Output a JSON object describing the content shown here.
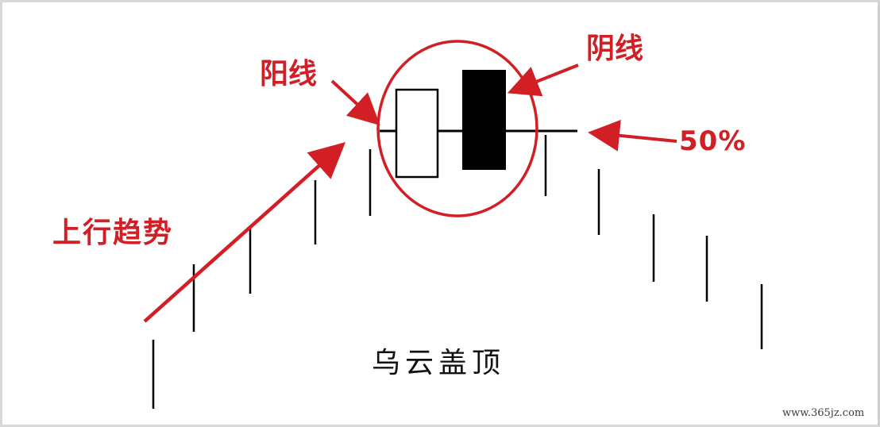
{
  "diagram": {
    "labels": {
      "yang_line": "阳线",
      "yin_line": "阴线",
      "fifty_percent": "50%",
      "uptrend": "上行趋势",
      "caption": "乌云盖顶"
    },
    "watermark": "www.365jz.com",
    "colors": {
      "annotation": "#d21f26",
      "candle": "#000000",
      "background": "#ffffff"
    },
    "candles": [
      {
        "kind": "line",
        "name": "candle-line-1"
      },
      {
        "kind": "line",
        "name": "candle-line-2"
      },
      {
        "kind": "line",
        "name": "candle-line-3"
      },
      {
        "kind": "line",
        "name": "candle-line-4"
      },
      {
        "kind": "line",
        "name": "candle-line-5"
      },
      {
        "kind": "bullish-hollow",
        "name": "yang-candle"
      },
      {
        "kind": "bearish-filled",
        "name": "yin-candle"
      },
      {
        "kind": "line",
        "name": "candle-line-6"
      },
      {
        "kind": "line",
        "name": "candle-line-7"
      },
      {
        "kind": "line",
        "name": "candle-line-8"
      },
      {
        "kind": "line",
        "name": "candle-line-9"
      },
      {
        "kind": "line",
        "name": "candle-line-10"
      }
    ]
  }
}
